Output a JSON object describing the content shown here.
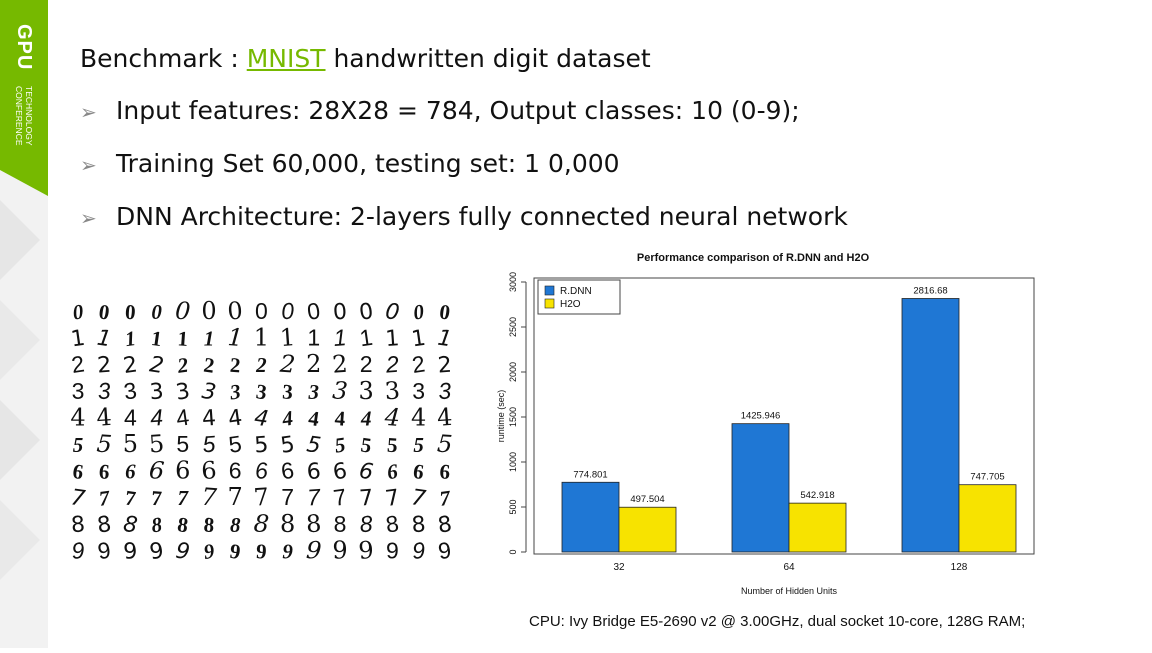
{
  "logo": {
    "line1": "GPU",
    "line2": "TECHNOLOGY",
    "line3": "CONFERENCE",
    "accent": "#76b900"
  },
  "heading": {
    "prefix": "Benchmark : ",
    "link": "MNIST",
    "suffix": " handwritten digit dataset"
  },
  "bullets": [
    "Input features: 28X28 = 784, Output classes: 10 (0-9);",
    "Training Set 60,000, testing set: 1 0,000",
    "DNN Architecture:   2-layers fully connected neural network"
  ],
  "digit_grid": {
    "rows": [
      "000000000000000",
      "111111111111111",
      "222222222222222",
      "333333333333333",
      "444444444444444",
      "555555555555555",
      "666666666666666",
      "777777777777777",
      "888888888888888",
      "999999999999999"
    ]
  },
  "chart_data": {
    "type": "bar",
    "title": "Performance comparison of R.DNN and H2O",
    "xlabel": "Number of Hidden Units",
    "ylabel": "runtime (sec)",
    "categories": [
      "32",
      "64",
      "128"
    ],
    "series": [
      {
        "name": "R.DNN",
        "values": [
          774.801,
          1425.946,
          2816.68
        ],
        "labels": [
          "774.801",
          "1425.946",
          "2816.68"
        ],
        "color": "#1f77d4"
      },
      {
        "name": "H2O",
        "values": [
          497.504,
          542.918,
          747.705
        ],
        "labels": [
          "497.504",
          "542.918",
          "747.705"
        ],
        "color": "#f7e300"
      }
    ],
    "ylim": [
      0,
      3000
    ],
    "yticks": [
      0,
      500,
      1000,
      1500,
      2000,
      2500,
      3000
    ],
    "ytick_labels": [
      "0",
      "500",
      "1000",
      "1500",
      "2000",
      "2500",
      "3000"
    ],
    "legend": "top-left",
    "grid": false
  },
  "footnote": "CPU:  Ivy Bridge E5-2690 v2 @ 3.00GHz, dual socket 10-core, 128G RAM;"
}
